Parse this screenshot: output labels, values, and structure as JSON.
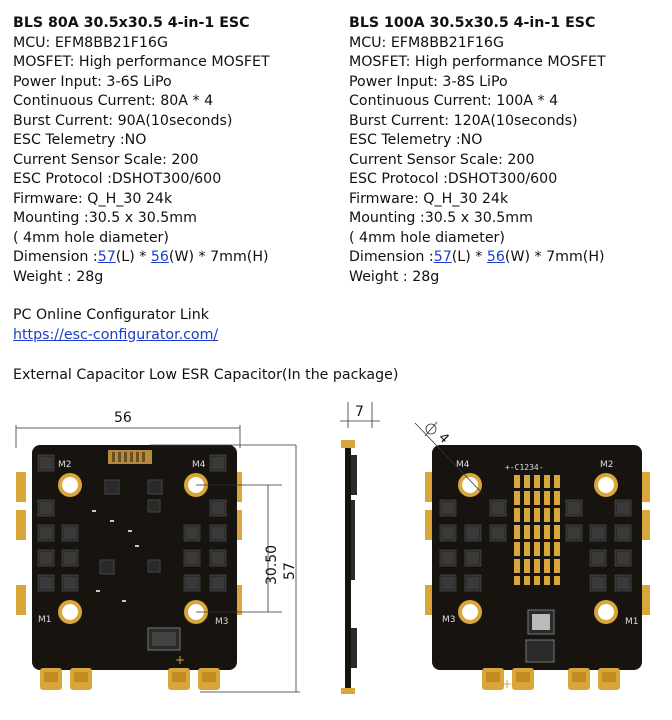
{
  "left_spec": {
    "title": "BLS 80A 30.5x30.5 4-in-1 ESC",
    "lines": [
      "MCU: EFM8BB21F16G",
      "MOSFET: High performance MOSFET",
      "Power Input: 3-6S LiPo",
      "Continuous Current: 80A * 4",
      "Burst Current: 90A(10seconds)",
      "ESC Telemetry :NO",
      "Current Sensor Scale:  200",
      "ESC Protocol :DSHOT300/600",
      "Firmware: Q_H_30 24k",
      "Mounting :30.5 x 30.5mm",
      " ( 4mm hole diameter)"
    ],
    "dimension": {
      "prefix": "Dimension :",
      "length": "57",
      "length_unit": "(L) * ",
      "width": "56",
      "width_rest": "(W) * 7mm(H)"
    },
    "weight": "Weight : 28g"
  },
  "right_spec": {
    "title": "BLS 100A 30.5x30.5 4-in-1 ESC",
    "lines": [
      "MCU: EFM8BB21F16G",
      "MOSFET: High performance MOSFET",
      "Power Input: 3-8S LiPo",
      "Continuous Current: 100A * 4",
      "Burst Current: 120A(10seconds)",
      "ESC Telemetry :NO",
      "Current Sensor Scale:  200",
      "ESC Protocol :DSHOT300/600",
      "Firmware: Q_H_30 24k",
      "Mounting :30.5 x 30.5mm",
      " ( 4mm hole diameter)"
    ],
    "dimension": {
      "prefix": "Dimension :",
      "length": "57",
      "length_unit": "(L) * ",
      "width": "56",
      "width_rest": "(W) * 7mm(H)"
    },
    "weight": "Weight : 28g"
  },
  "configurator": {
    "label": "PC Online Configurator Link",
    "url": "https://esc-configurator.com/"
  },
  "capacitor_note": "External Capacitor Low ESR Capacitor(In the package)",
  "drawing": {
    "width_dim": "56",
    "height_dim": "57",
    "mount_dim": "30.50",
    "thickness_dim": "7",
    "hole_dim": "4",
    "motor_labels": [
      "M1",
      "M2",
      "M3",
      "M4"
    ],
    "plus_sign": "+",
    "chip_text": "+-C1234-"
  },
  "colors": {
    "pcb": "#17130f",
    "gold": "#d9a63a",
    "link": "#1a3ec9"
  }
}
